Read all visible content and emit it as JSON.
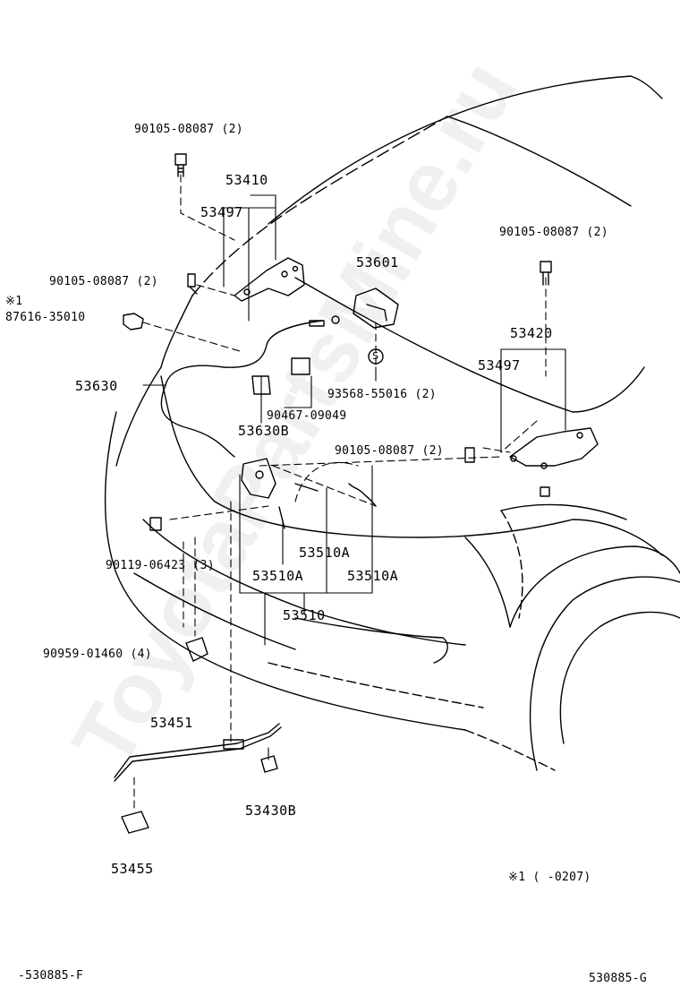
{
  "watermark": "ToyotaPartsMine.ru",
  "labels": {
    "bolt_top_left": "90105-08087 (2)",
    "assy_53410": "53410",
    "hinge_53497_left": "53497",
    "bolt_mid_left": "90105-08087 (2)",
    "note_ref_left": "※1",
    "clip_87616": "87616-35010",
    "cable_53630": "53630",
    "clamp_90467": "90467-09049",
    "clamp_53630b": "53630B",
    "lock_53601": "53601",
    "screw_93568": "93568-55016 (2)",
    "bolt_top_right": "90105-08087 (2)",
    "assy_53420": "53420",
    "hinge_53497_right": "53497",
    "bolt_mid_right": "90105-08087 (2)",
    "bolt_90119": "90119-06423 (3)",
    "spring_53510a_1": "53510A",
    "spring_53510a_2": "53510A",
    "spring_53510a_3": "53510A",
    "latch_53510": "53510",
    "clip_90959": "90959-01460 (4)",
    "rod_53451": "53451",
    "grommet_53430b": "53430B",
    "holder_53455": "53455",
    "note_range": "※1 (      -0207)",
    "diagram_id_left": "-530885-F",
    "diagram_id_right": "530885-G",
    "screw_symbol": "S"
  }
}
